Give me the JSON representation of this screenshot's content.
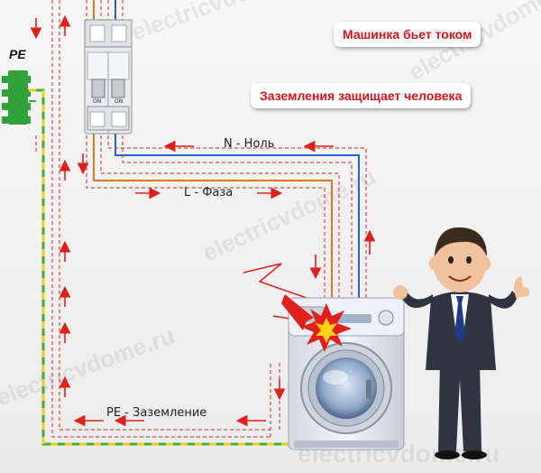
{
  "labels": {
    "pe_tag": "PE",
    "warning_shock": "Машинка бьет током",
    "warning_ground": "Заземления защищает человека",
    "neutral_wire": "N - Ноль",
    "phase_wire": "L - Фаза",
    "ground_wire": "PE - Заземление",
    "breaker_on_left": "ON",
    "breaker_on_right": "ON"
  },
  "watermark": "electricvdome.ru",
  "colors": {
    "arrow_red": "#e0201a",
    "ground_green": "#3fae3a",
    "ground_yellow": "#e8d21c",
    "neutral_blue": "#2a5fd0",
    "phase_orange": "#d8752a",
    "washer_body": "#e6eaf0",
    "suit": "#2e3440",
    "tie": "#1f3a8a"
  },
  "icons": [
    "breaker-icon",
    "pe-busbar-icon",
    "washing-machine-icon",
    "spark-icon",
    "lightning-icon",
    "person-icon"
  ]
}
